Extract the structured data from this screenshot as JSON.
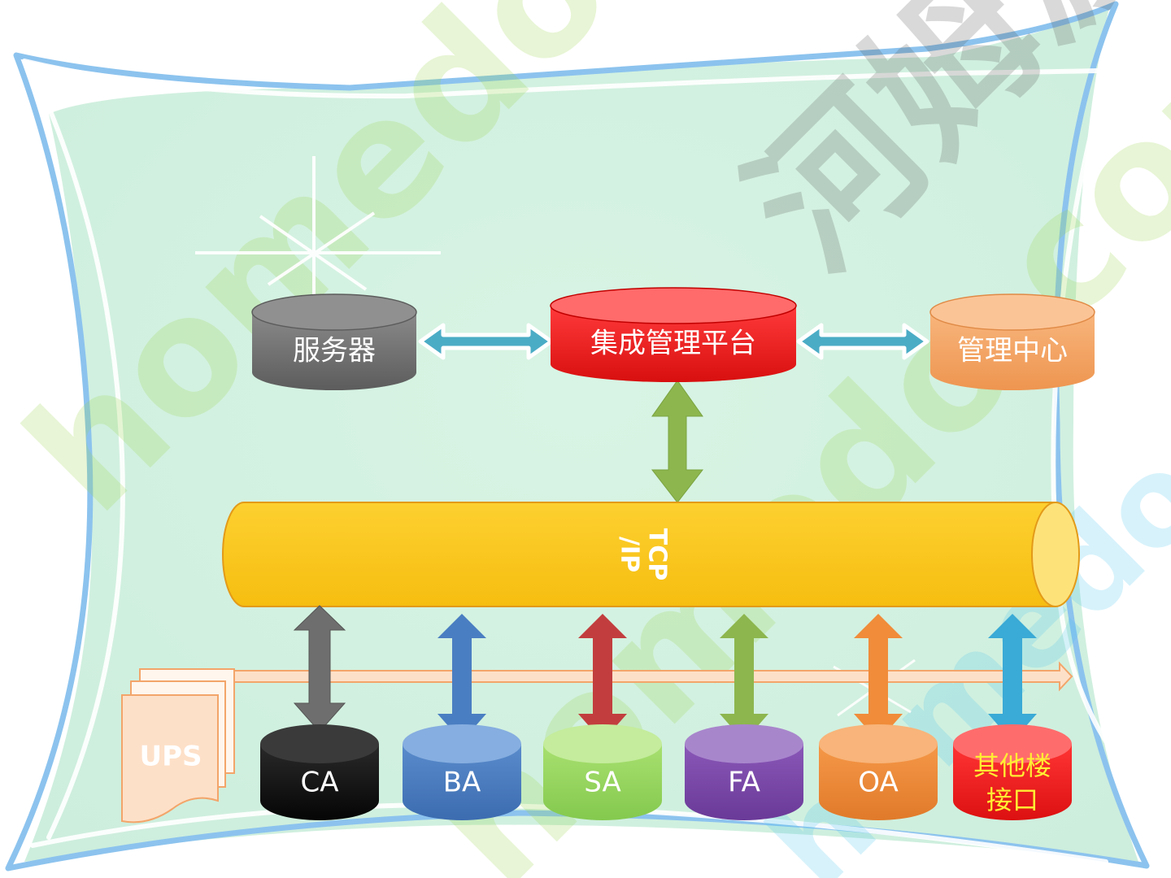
{
  "colors": {
    "background_fill": "#d4f2e1",
    "frame_blue": "#8cc3ee",
    "server": "#737373",
    "platform": "#f21f1f",
    "center": "#f5a766",
    "bus": "#fcc71a",
    "ca": "#1f1f1f",
    "ba": "#4a7ec2",
    "sa": "#9edb66",
    "fa": "#7d4aaa",
    "oa": "#f08c3a",
    "other": "#f21f1f",
    "link_teal": "#4bacc6",
    "link_green": "#8db64e"
  },
  "top_nodes": {
    "server": "服务器",
    "platform": "集成管理平台",
    "center": "管理中心"
  },
  "bus": {
    "label_line1": "TCP",
    "label_line2": "/IP"
  },
  "bottom_nodes": {
    "ca": "CA",
    "ba": "BA",
    "sa": "SA",
    "fa": "FA",
    "oa": "OA",
    "other_line1": "其他楼",
    "other_line2": "接口"
  },
  "ups": {
    "label": "UPS"
  },
  "watermark": {
    "latin": "homedo.com",
    "chinese": "河姆渡"
  }
}
